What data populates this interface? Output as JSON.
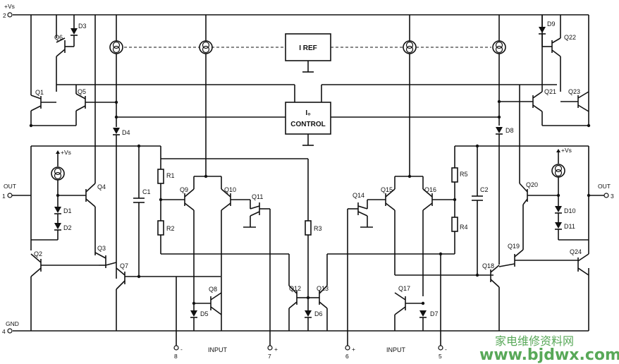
{
  "pins": {
    "vs": {
      "label": "+Vs",
      "number": "2"
    },
    "out1": {
      "label": "OUT",
      "number": "1"
    },
    "gnd": {
      "label": "GND",
      "number": "4"
    },
    "out3": {
      "label": "OUT",
      "number": "3"
    },
    "in8": {
      "sign": "-",
      "number": "8"
    },
    "in7": {
      "sign": "+",
      "number": "7"
    },
    "in6": {
      "sign": "+",
      "number": "6"
    },
    "in5": {
      "sign": "-",
      "number": "5"
    }
  },
  "blocks": {
    "iref": "I REF",
    "io_line1": "I₀",
    "io_line2": "CONTROL"
  },
  "input_labels": [
    "INPUT",
    "INPUT"
  ],
  "local_supply": "+Vs",
  "transistors": [
    "Q1",
    "Q2",
    "Q3",
    "Q4",
    "Q5",
    "Q6",
    "Q7",
    "Q8",
    "Q9",
    "Q10",
    "Q11",
    "Q12",
    "Q13",
    "Q14",
    "Q15",
    "Q16",
    "Q17",
    "Q18",
    "Q19",
    "Q20",
    "Q21",
    "Q22",
    "Q23",
    "Q24"
  ],
  "diodes": [
    "D1",
    "D2",
    "D3",
    "D4",
    "D5",
    "D6",
    "D7",
    "D8",
    "D9",
    "D10",
    "D11"
  ],
  "resistors": [
    "R1",
    "R2",
    "R3",
    "R4",
    "R5"
  ],
  "capacitors": [
    "C1",
    "C2"
  ],
  "watermark": {
    "cn": "家电维修资料网",
    "url": "www.bjdwx.com"
  },
  "colors": {
    "ink": "#111111",
    "watermark": "#3c9a3c"
  }
}
